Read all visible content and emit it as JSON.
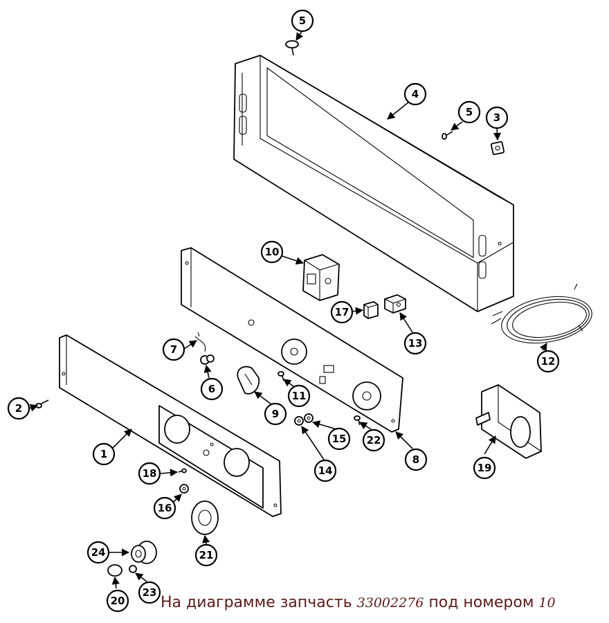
{
  "caption": {
    "prefix": "На диаграмме запчасть",
    "part_number": "33002276",
    "middle": "под номером",
    "callout_number": "10"
  },
  "callouts": [
    "1",
    "2",
    "3",
    "4",
    "5",
    "5",
    "6",
    "7",
    "8",
    "9",
    "10",
    "11",
    "12",
    "13",
    "14",
    "15",
    "16",
    "17",
    "18",
    "19",
    "20",
    "21",
    "22",
    "23",
    "24"
  ]
}
